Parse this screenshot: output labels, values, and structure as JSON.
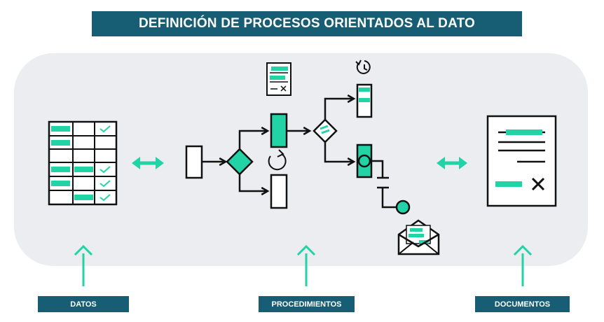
{
  "title": "DEFINICIÓN DE PROCESOS ORIENTADOS AL DATO",
  "labels": {
    "datos": "DATOS",
    "procedimientos": "PROCEDIMIENTOS",
    "documentos": "DOCUMENTOS"
  },
  "colors": {
    "title_bg": "#175e74",
    "accent": "#22d3a6",
    "panel_bg": "#ebedf0",
    "stroke": "#111111"
  },
  "icons": [
    "table-icon",
    "double-arrow-icon",
    "process-flow-icon",
    "form-icon",
    "history-icon",
    "decision-diamond-icon",
    "refresh-icon",
    "envelope-icon",
    "document-icon",
    "up-arrow-icon"
  ]
}
